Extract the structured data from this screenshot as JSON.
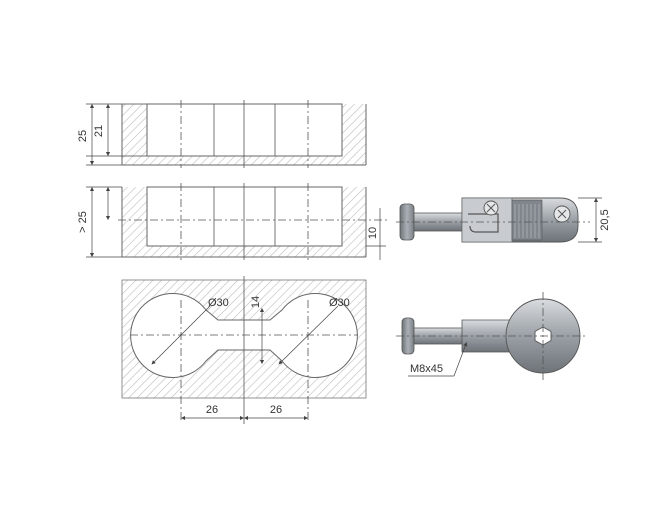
{
  "colors": {
    "hatch": "#bdbdbd",
    "line": "#555555",
    "metal_dark": "#6e7378",
    "metal_mid": "#9aa0a6",
    "metal_light": "#d9dcdf"
  },
  "dimensions": {
    "side_depth": "25",
    "side_inner_depth": "21",
    "section_depth": "> 25",
    "section_offset": "10",
    "hole_dia_left": "Ø30",
    "hole_dia_right": "Ø30",
    "slot_width": "14",
    "spacing_left": "26",
    "spacing_right": "26",
    "connector_height": "20,5",
    "bolt_size": "M8x45"
  }
}
